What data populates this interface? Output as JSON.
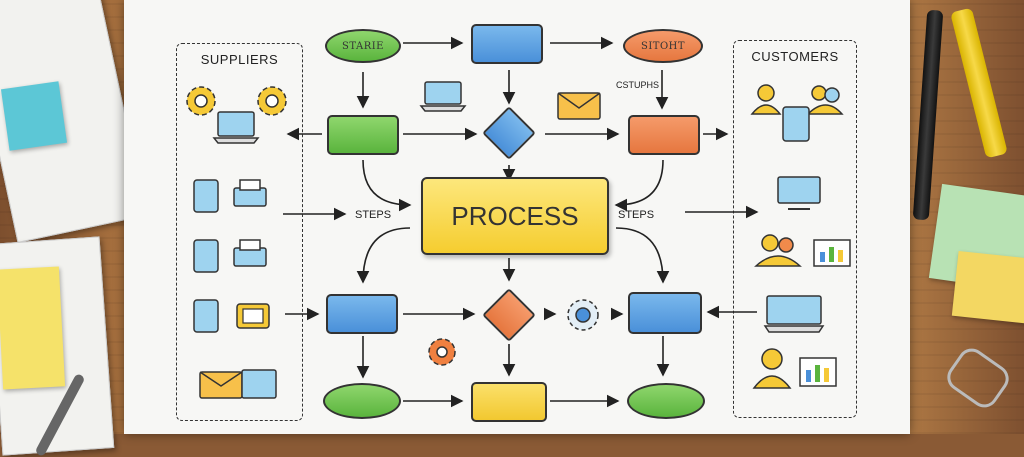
{
  "diagram": {
    "process_label": "PROCESS",
    "suppliers_title": "SUPPLIERS",
    "customers_title": "CUSTOMERS",
    "start_label": "STARIE",
    "stop_label": "SITOHT",
    "small_note": "CSTUPHS",
    "steps_left": "STEPS",
    "steps_right": "STEPS"
  },
  "colors": {
    "blue": "#4a90d9",
    "green": "#5ab43d",
    "orange": "#e6773f",
    "yellow": "#f2c830"
  }
}
